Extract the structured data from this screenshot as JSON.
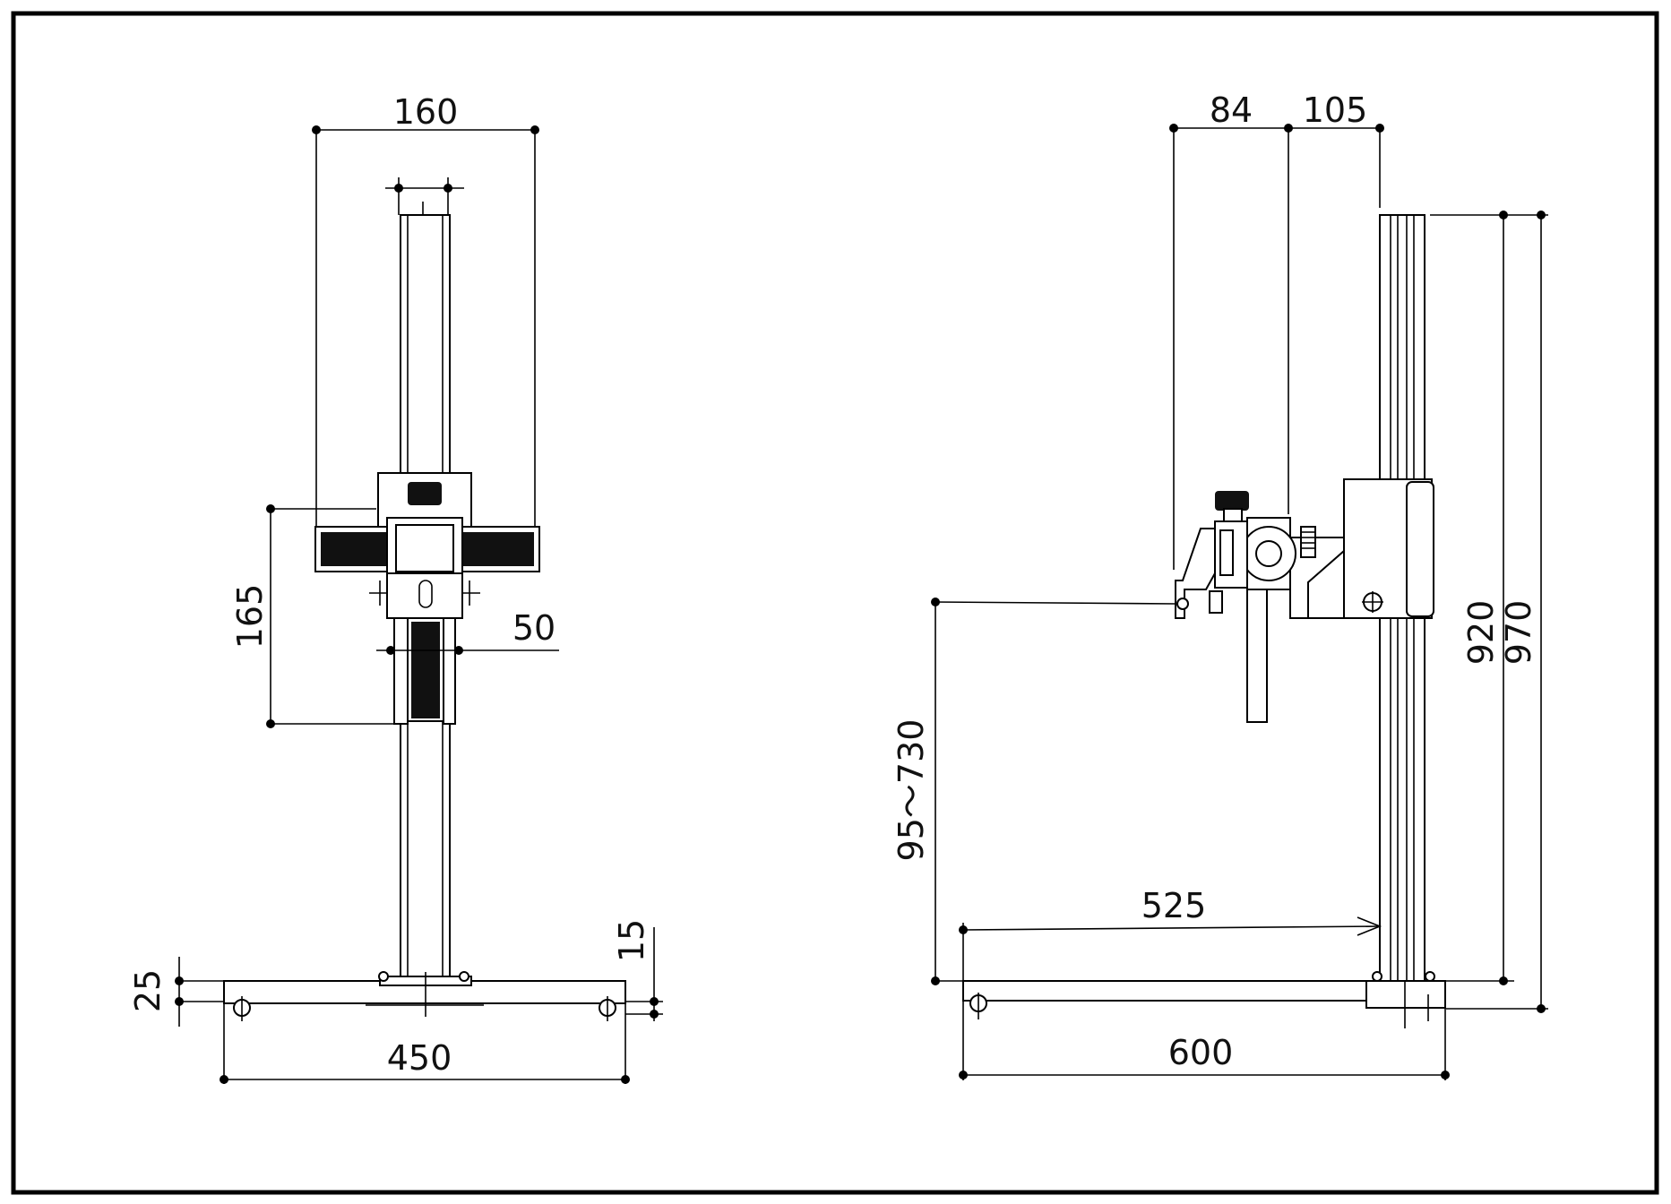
{
  "front_view": {
    "dim_width_top": "160",
    "dim_height_head": "165",
    "dim_column": "50",
    "dim_base_thickness": "25",
    "dim_foot": "15",
    "dim_base_width": "450"
  },
  "side_view": {
    "dim_offset_a": "84",
    "dim_offset_b": "105",
    "dim_height_column": "920",
    "dim_height_total": "970",
    "dim_working_range": "95～730",
    "dim_reach": "525",
    "dim_base_depth": "600"
  }
}
